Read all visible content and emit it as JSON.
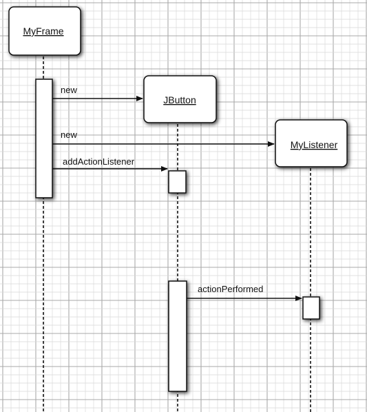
{
  "diagram": {
    "objects": [
      {
        "id": "myframe",
        "label": "MyFrame"
      },
      {
        "id": "jbutton",
        "label": "JButton"
      },
      {
        "id": "mylistener",
        "label": "MyListener"
      }
    ],
    "messages": [
      {
        "label": "new",
        "from": "myframe",
        "to": "jbutton"
      },
      {
        "label": "new",
        "from": "myframe",
        "to": "mylistener"
      },
      {
        "label": "addActionListener",
        "from": "myframe",
        "to": "jbutton"
      },
      {
        "label": "actionPerformed",
        "from": "jbutton",
        "to": "mylistener"
      }
    ],
    "colors": {
      "background": "#ffffff",
      "grid_minor": "#d9d9d9",
      "grid_major": "#a8a8a8",
      "line": "#111111",
      "box_fill": "#ffffff",
      "shadow": "#3a3a3a"
    }
  }
}
